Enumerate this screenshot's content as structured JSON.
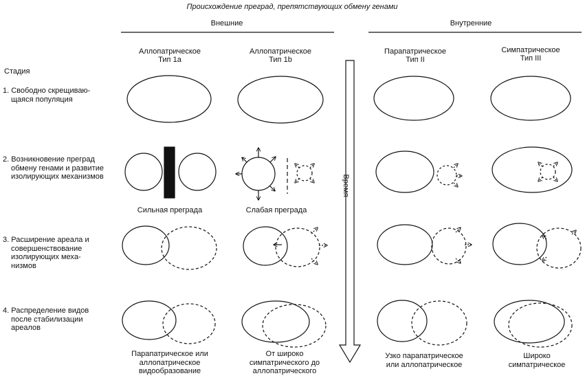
{
  "title": "Происхождение преград, препятствующих обмену генами",
  "groups": {
    "external": "Внешние",
    "internal": "Внутренние"
  },
  "columns": {
    "c1": {
      "name": "Аллопатрическое",
      "type": "Тип 1а"
    },
    "c2": {
      "name": "Аллопатрическое",
      "type": "Тип 1b"
    },
    "c3": {
      "name": "Парапатрическое",
      "type": "Тип II"
    },
    "c4": {
      "name": "Симпатрическое",
      "type": "Тип III"
    }
  },
  "stage_header": "Стадия",
  "stages": {
    "s1": [
      "1. Свободно скрещиваю-",
      "щаяся популяция"
    ],
    "s2": [
      "2. Возникновение преград",
      "обмену генами и развитие",
      "изолирующих механизмов"
    ],
    "s3": [
      "3. Расширение ареала и",
      "совершенствование",
      "изолирующих меха-",
      "низмов"
    ],
    "s4": [
      "4. Распределение видов",
      "после стабилизации",
      "ареалов"
    ]
  },
  "barrier_captions": {
    "strong": "Сильная преграда",
    "weak": "Слабая преграда"
  },
  "time_label": "Время",
  "outcomes": {
    "c1": [
      "Парапатрическое или",
      "аллопатрическое",
      "видообразование"
    ],
    "c2": [
      "От широко",
      "симпатрического до",
      "аллопатрического"
    ],
    "c3": [
      "Узко парапатрическое",
      "или  аллопатрическое"
    ],
    "c4": [
      "Широко",
      "симпатрическое"
    ]
  }
}
